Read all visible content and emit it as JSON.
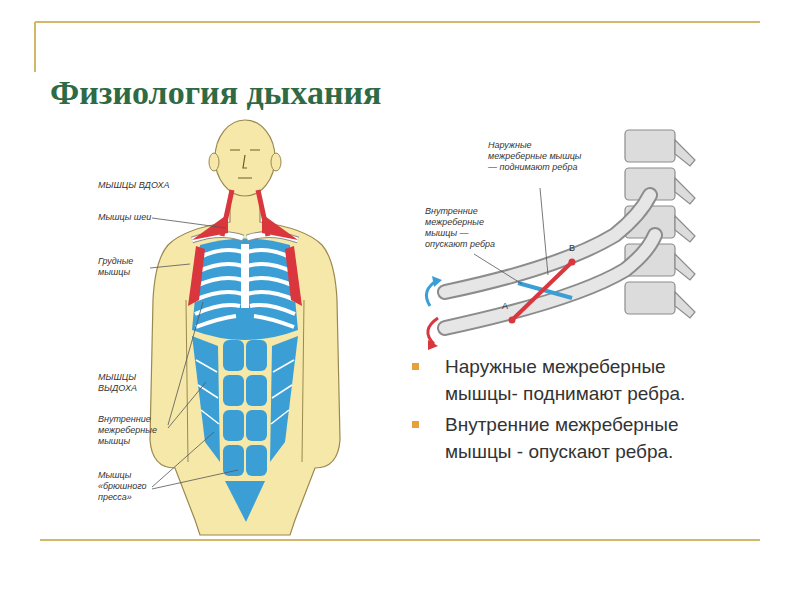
{
  "diagram": {
    "title": "Физиология дыхания",
    "labels": [
      "МЫШЦЫ ВДОХА",
      "Мышцы шеи",
      "Грудные мышцы",
      "МЫШЦЫ ВЫДОХА",
      "Внутренние межреберные мышцы",
      "Мышцы «брюшного пресса»",
      "Наружные межреберные мышцы — поднимают ребра",
      "Внутренние межреберные мышцы — опускают ребра",
      "В",
      "А",
      "Наружные межреберные мышцы- поднимают ребра.",
      "Внутренние межреберные мышцы - опускают ребра."
    ]
  }
}
